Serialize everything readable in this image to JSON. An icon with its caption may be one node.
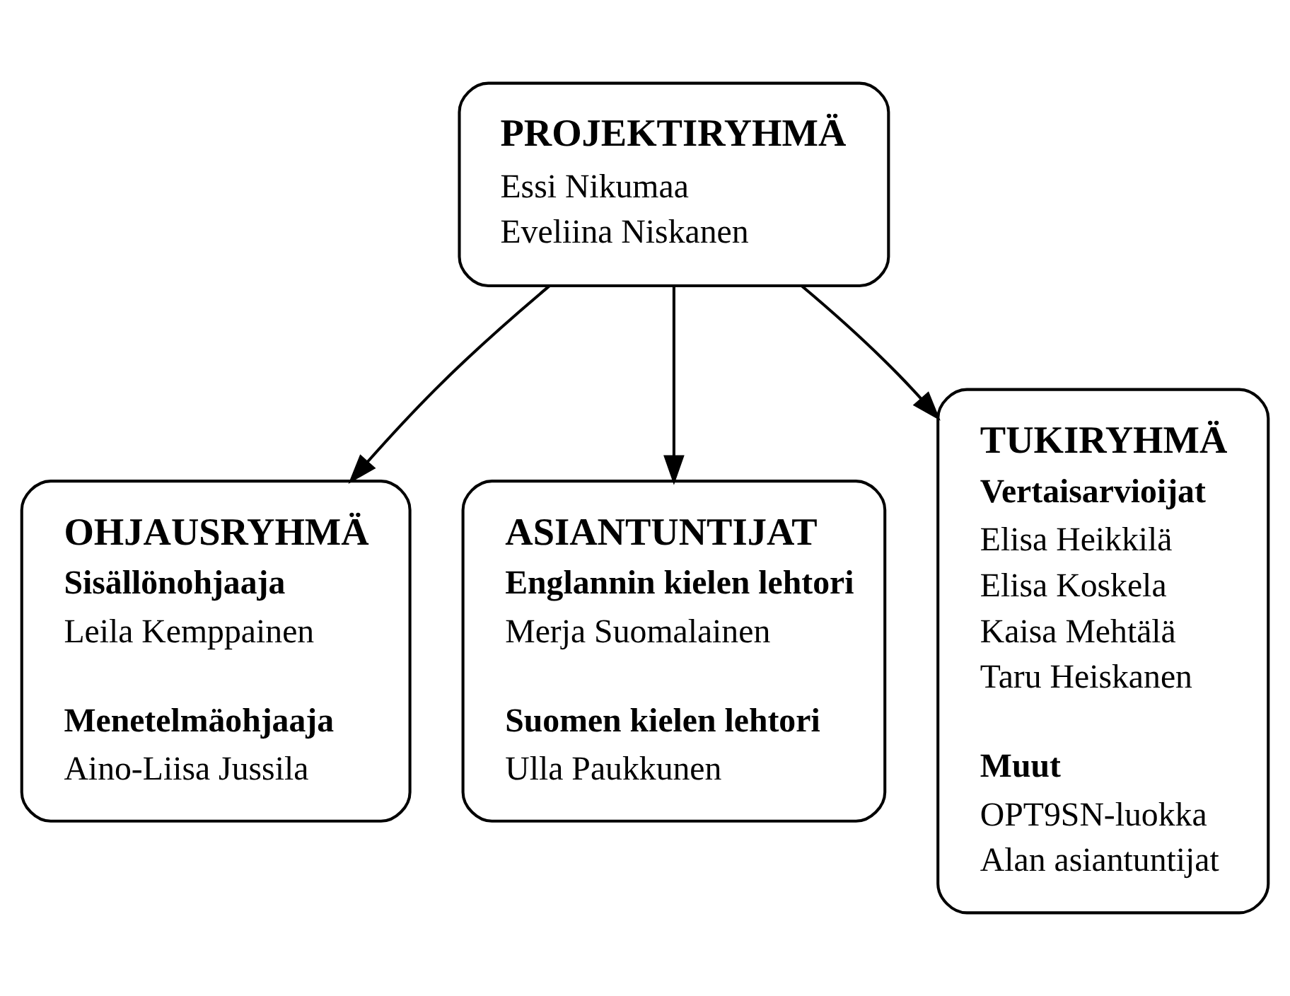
{
  "diagram": {
    "nodes": [
      {
        "text": [
          "PROJEKTIRYHMÄ",
          "Essi Nikumaa",
          "Eveliina Niskanen"
        ]
      },
      {
        "text": [
          "OHJAUSRYHMÄ",
          "Sisällönohjaaja",
          "Leila Kemppainen",
          "Menetelmäohjaaja",
          "Aino-Liisa Jussila"
        ]
      },
      {
        "text": [
          "ASIANTUNTIJAT",
          "Englannin kielen lehtori",
          "Merja Suomalainen",
          "Suomen kielen lehtori",
          "Ulla Paukkunen"
        ]
      },
      {
        "text": [
          "TUKIRYHMÄ",
          "Vertaisarvioijat",
          "Elisa Heikkilä",
          "Elisa Koskela",
          "Kaisa Mehtälä",
          "Taru Heiskanen",
          "Muut",
          "OPT9SN-luokka",
          "Alan asiantuntijat"
        ]
      }
    ],
    "edges": [
      {
        "from": 0,
        "to": 1,
        "arrow": "to"
      },
      {
        "from": 0,
        "to": 2,
        "arrow": "to"
      },
      {
        "from": 0,
        "to": 3,
        "arrow": "to"
      }
    ]
  }
}
